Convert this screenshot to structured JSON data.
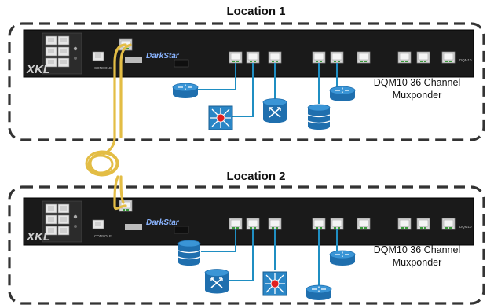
{
  "location1": {
    "title": "Location 1",
    "device_name_line1": "DQM10 36 Channel",
    "device_name_line2": "Muxponder"
  },
  "location2": {
    "title": "Location 2",
    "device_name_line1": "DQM10 36 Channel",
    "device_name_line2": "Muxponder"
  },
  "chassis": {
    "brand_logo": "XKL",
    "product_logo": "DarkStar",
    "small_text": "DQM10",
    "console_label": "CONSOLE"
  },
  "colors": {
    "chassis": "#1c1c1c",
    "fiber": "#e3bd45",
    "cable": "#1f8ec2",
    "router": "#2a86c6",
    "switch_core": "#e02020"
  },
  "icons": [
    "router-icon",
    "switch-icon",
    "database-icon",
    "crossover-switch-icon",
    "fiber-spool-icon"
  ]
}
